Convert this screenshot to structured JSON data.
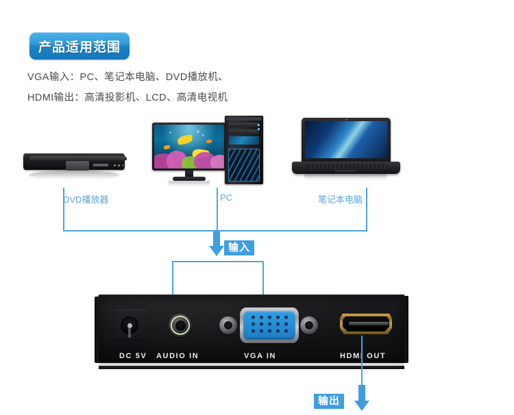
{
  "header": {
    "badge_label": "产品适用范围",
    "badge_color": "#2f9ada"
  },
  "description": {
    "line1": "VGA输入：PC、笔记本电脑、DVD播放机、",
    "line2": "HDMI输出：高清投影机、LCD、高清电视机"
  },
  "devices": [
    {
      "id": "dvd",
      "label": "DVD播放器",
      "icon": "dvd-player-image"
    },
    {
      "id": "pc",
      "label": "PC",
      "icon": "desktop-computer-image"
    },
    {
      "id": "laptop",
      "label": "笔记本电脑",
      "icon": "laptop-image"
    }
  ],
  "flow": {
    "input_tag": "输入",
    "output_tag": "输出",
    "line_color": "#4ba3e3",
    "arrow_color": "#3f9ee0"
  },
  "panel": {
    "ports": [
      {
        "id": "dc",
        "label": "DC 5V",
        "type": "power-jack-icon"
      },
      {
        "id": "audio",
        "label": "AUDIO IN",
        "type": "audio-jack-icon"
      },
      {
        "id": "vga",
        "label": "VGA IN",
        "type": "vga-port-icon"
      },
      {
        "id": "hdmi",
        "label": "HDMI OUT",
        "type": "hdmi-port-icon"
      }
    ],
    "body_color": "#151517",
    "vga_color": "#2f9fe4",
    "hdmi_color": "#c8a24c"
  }
}
